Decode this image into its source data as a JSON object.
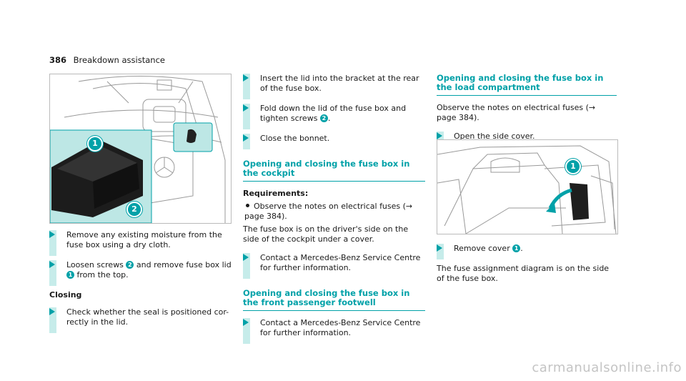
{
  "header": {
    "page_number": "386",
    "section": "Breakdown assistance"
  },
  "figures": {
    "fig1_callouts": [
      "1",
      "2"
    ],
    "fig2_callouts": [
      "1"
    ]
  },
  "col1": {
    "step1": "Remove any existing moisture from the fuse box using a dry cloth.",
    "step2_a": "Loosen screws",
    "step2_n1": "2",
    "step2_b": "and remove fuse box lid",
    "step2_n2": "1",
    "step2_c": "from the top.",
    "closing_heading": "Closing",
    "step3": "Check whether the seal is positioned cor- rectly in the lid."
  },
  "col2": {
    "step1": "Insert the lid into the bracket at the rear of the fuse box.",
    "step2_a": "Fold down the lid of the fuse box and tighten screws",
    "step2_n": "2",
    "step2_b": ".",
    "step3": "Close the bonnet.",
    "heading1": "Opening and closing the fuse box in the cockpit",
    "req_label": "Requirements:",
    "req_item": "Observe the notes on electrical fuses (→ page 384).",
    "para": "The fuse box is on the driver's side on the side of the cockpit under a cover.",
    "step4": "Contact a Mercedes-Benz Service Centre for further information.",
    "heading2": "Opening and closing the fuse box in the front passenger footwell",
    "step5": "Contact a Mercedes-Benz Service Centre for further information."
  },
  "col3": {
    "heading": "Opening and closing the fuse box in the load compartment",
    "para1": "Observe the notes on electrical fuses (→ page 384).",
    "step1": "Open the side cover.",
    "step2_a": "Remove cover",
    "step2_n": "1",
    "step2_b": ".",
    "para2": "The fuse assignment diagram is on the side of the fuse box."
  },
  "watermark": "carmanualsonline.info"
}
